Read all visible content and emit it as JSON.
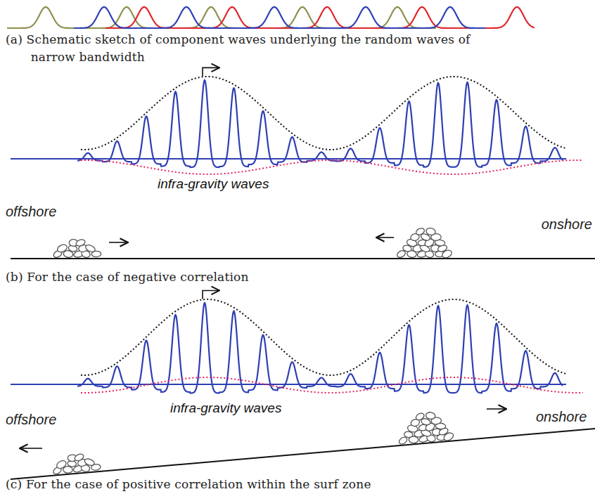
{
  "diagram": {
    "labels": [
      "(a) Schematic sketch of component waves underlying the random waves of narrow bandwidth",
      "infra-gravity waves",
      "offshore",
      "onshore",
      "(b) For the case of negative correlation",
      "infra-gravity waves",
      "offshore",
      "onshore",
      "(c) For the case of positive correlation within the surf zone"
    ]
  }
}
